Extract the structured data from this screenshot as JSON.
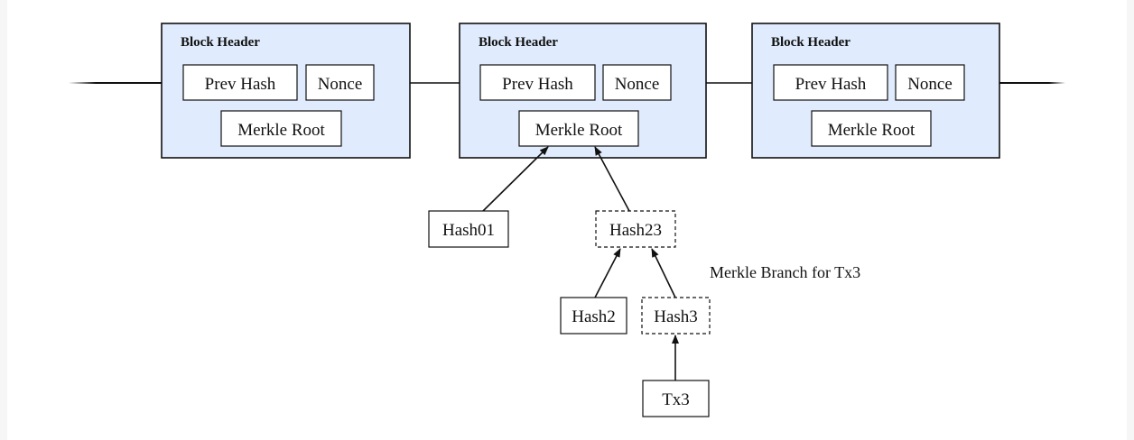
{
  "diagram": {
    "blocks": [
      {
        "header_label": "Block Header",
        "prev_hash": "Prev Hash",
        "nonce": "Nonce",
        "merkle_root": "Merkle Root"
      },
      {
        "header_label": "Block Header",
        "prev_hash": "Prev Hash",
        "nonce": "Nonce",
        "merkle_root": "Merkle Root"
      },
      {
        "header_label": "Block Header",
        "prev_hash": "Prev Hash",
        "nonce": "Nonce",
        "merkle_root": "Merkle Root"
      }
    ],
    "merkle_nodes": {
      "hash01": "Hash01",
      "hash23": "Hash23",
      "hash2": "Hash2",
      "hash3": "Hash3",
      "tx3": "Tx3"
    },
    "branch_label": "Merkle Branch for Tx3"
  },
  "colors": {
    "block_fill": "#e0ecfd",
    "stroke": "#111111",
    "background": "#ffffff"
  }
}
